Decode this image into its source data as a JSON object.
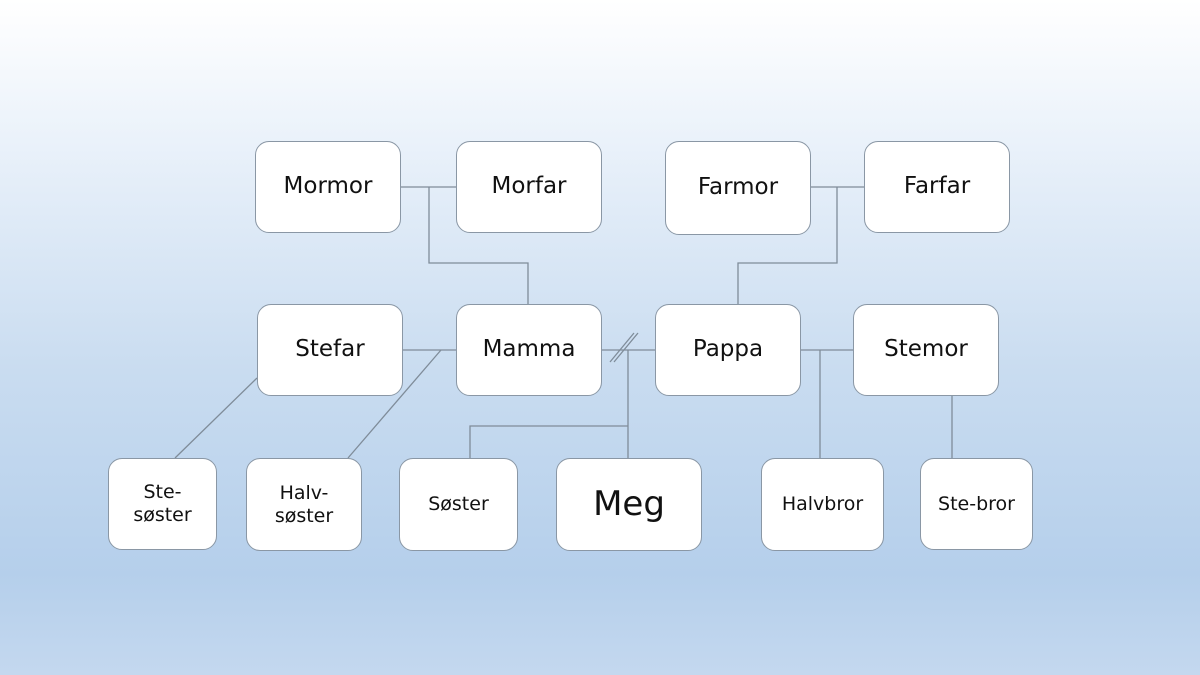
{
  "nodes": {
    "mormor": "Mormor",
    "morfar": "Morfar",
    "farmor": "Farmor",
    "farfar": "Farfar",
    "stefar": "Stefar",
    "mamma": "Mamma",
    "pappa": "Pappa",
    "stemor": "Stemor",
    "stesoster_1": "Ste-",
    "stesoster_2": "søster",
    "halvsoster_1": "Halv-",
    "halvsoster_2": "søster",
    "soster": "Søster",
    "meg": "Meg",
    "halvbror": "Halvbror",
    "stebror": "Ste-bror"
  },
  "colors": {
    "line": "#7f8c99",
    "box_border": "#8a97a5"
  }
}
